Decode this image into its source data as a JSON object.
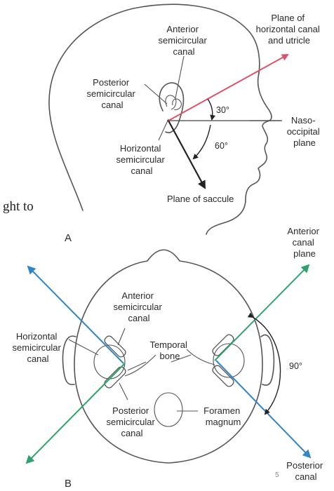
{
  "panel_a": {
    "letter": "A",
    "labels": {
      "plane_horizontal_canal": [
        "Plane of",
        "horizontal canal",
        "and utricle"
      ],
      "anterior_canal": [
        "Anterior",
        "semicircular",
        "canal"
      ],
      "posterior_canal": [
        "Posterior",
        "semicircular",
        "canal"
      ],
      "horizontal_canal": [
        "Horizontal",
        "semicircular",
        "canal"
      ],
      "naso_occipital": [
        "Naso-",
        "occipital",
        "plane"
      ],
      "plane_saccule": "Plane of saccule",
      "angle_upper": "30°",
      "angle_lower": "60°"
    }
  },
  "panel_b": {
    "letter": "B",
    "labels": {
      "anterior_canal_plane": [
        "Anterior",
        "canal",
        "plane"
      ],
      "anterior_canal": [
        "Anterior",
        "semicircular",
        "canal"
      ],
      "horizontal_canal": [
        "Horizontal",
        "semicircular",
        "canal"
      ],
      "temporal_bone": [
        "Temporal",
        "bone"
      ],
      "posterior_canal": [
        "Posterior",
        "semicircular",
        "canal"
      ],
      "foramen_magnum": [
        "Foramen",
        "magnum"
      ],
      "posterior_canal_plane": [
        "Posterior",
        "canal"
      ],
      "angle": "90°"
    }
  },
  "text_fragment": "ght to",
  "page_number": "5",
  "colors": {
    "red_axis": "#e0506a",
    "blue_axis": "#2f86c8",
    "green_axis": "#2fa36b",
    "outline": "#555555",
    "dark_axis": "#222222"
  }
}
